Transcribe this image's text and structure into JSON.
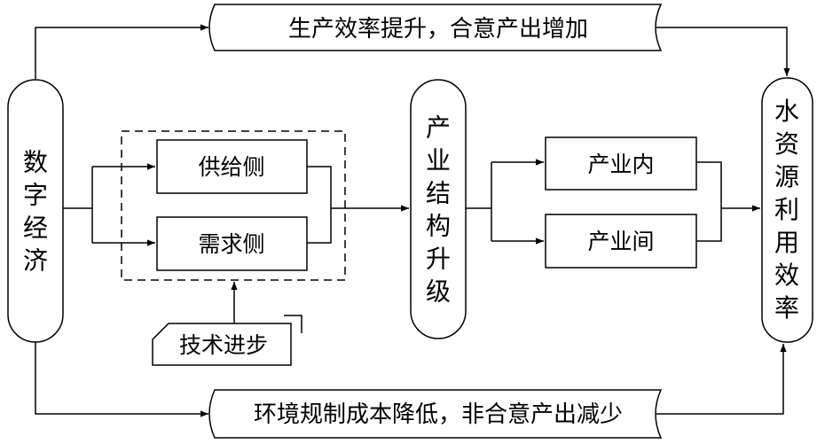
{
  "nodes": {
    "digital_economy": "数字经济",
    "supply_side": "供给侧",
    "demand_side": "需求侧",
    "tech_progress": "技术进步",
    "industrial_upgrade": "产业结构升级",
    "intra_industry": "产业内",
    "inter_industry": "产业间",
    "water_efficiency": "水资源利用效率"
  },
  "banners": {
    "top": "生产效率提升，合意产出增加",
    "bottom": "环境规制成本降低，非合意产出减少"
  }
}
